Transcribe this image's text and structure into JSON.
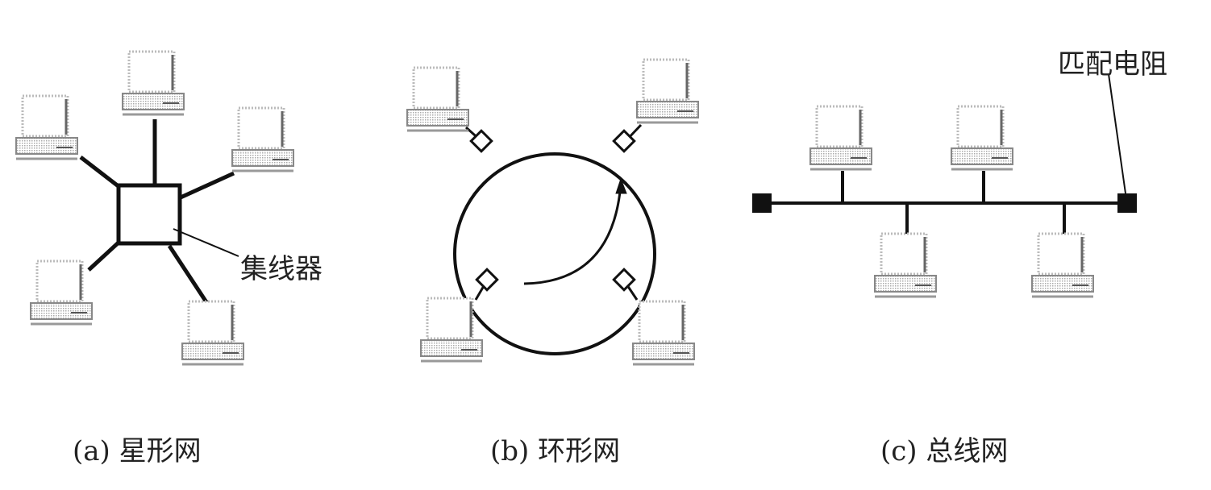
{
  "diagrams": [
    {
      "caption": "(a) 星形网",
      "hub_label": "集线器"
    },
    {
      "caption": "(b) 环形网"
    },
    {
      "caption": "(c) 总线网",
      "terminator_label": "匹配电阻"
    }
  ],
  "colors": {
    "line": "#111111",
    "computer": "#9a9a9a"
  }
}
